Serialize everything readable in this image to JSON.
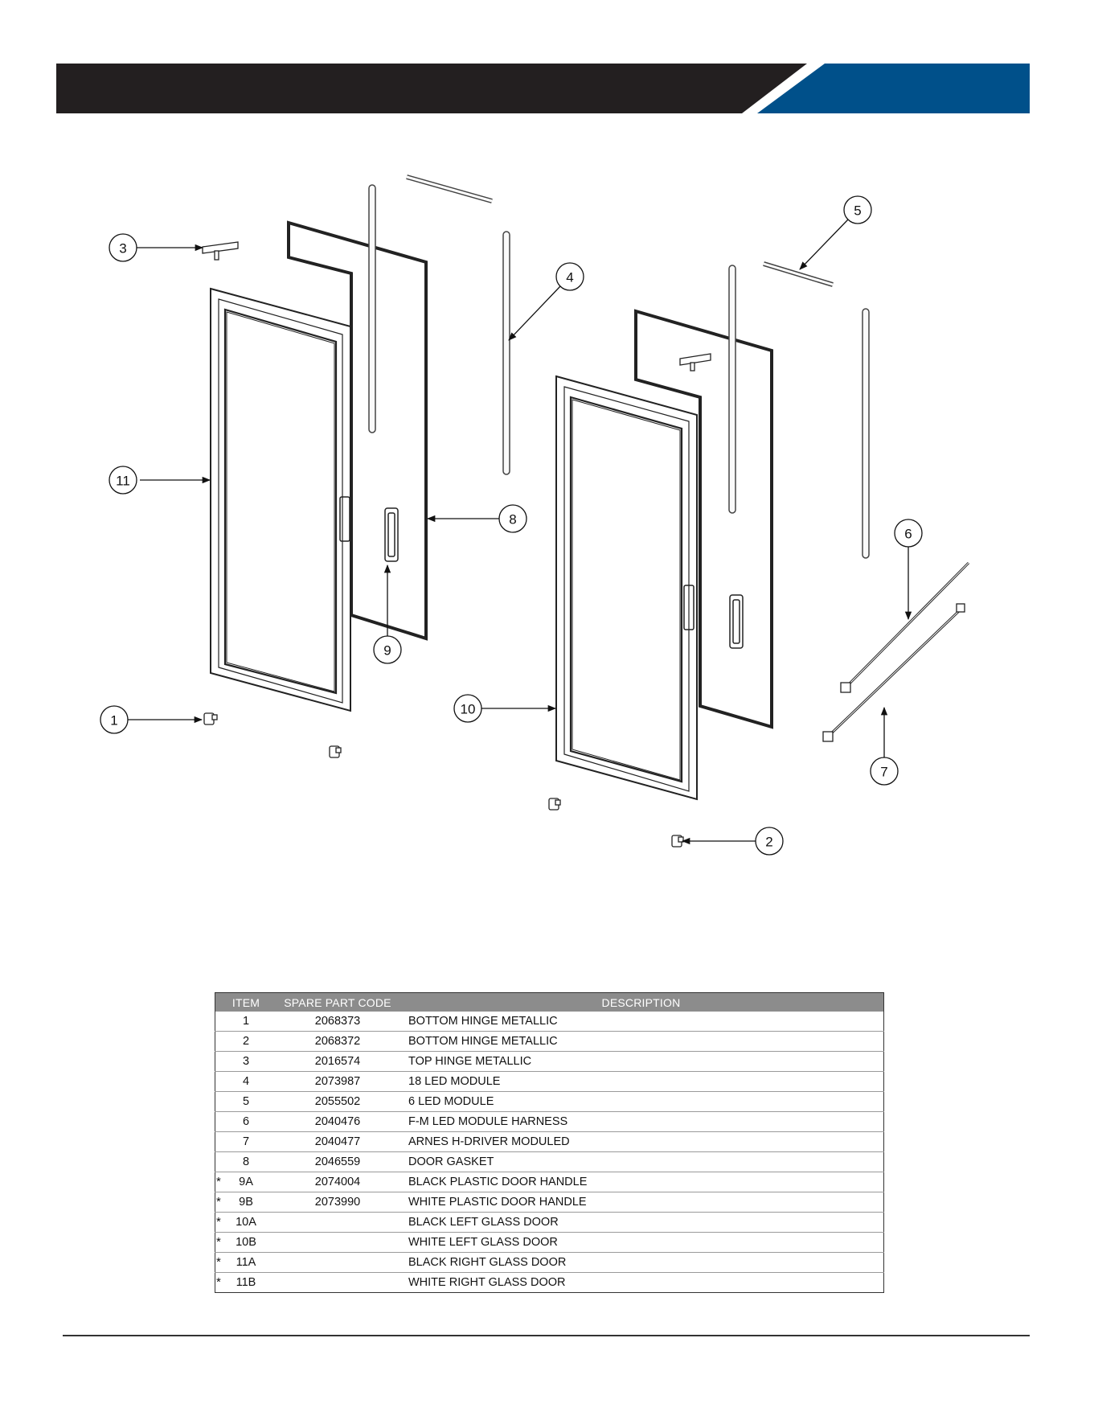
{
  "colors": {
    "header_dark": "#231f20",
    "header_blue": "#00508a",
    "table_header": "#8c8c8c"
  },
  "callouts": [
    "1",
    "2",
    "3",
    "4",
    "5",
    "6",
    "7",
    "8",
    "9",
    "10",
    "11"
  ],
  "parts_table": {
    "headers": {
      "item": "ITEM",
      "code": "SPARE PART CODE",
      "description": "DESCRIPTION"
    },
    "rows": [
      {
        "item": "1",
        "code": "2068373",
        "description": "BOTTOM HINGE METALLIC",
        "mark": ""
      },
      {
        "item": "2",
        "code": "2068372",
        "description": "BOTTOM HINGE METALLIC",
        "mark": ""
      },
      {
        "item": "3",
        "code": "2016574",
        "description": "TOP HINGE METALLIC",
        "mark": ""
      },
      {
        "item": "4",
        "code": "2073987",
        "description": "18 LED MODULE",
        "mark": ""
      },
      {
        "item": "5",
        "code": "2055502",
        "description": "6 LED MODULE",
        "mark": ""
      },
      {
        "item": "6",
        "code": "2040476",
        "description": "F-M LED MODULE HARNESS",
        "mark": ""
      },
      {
        "item": "7",
        "code": "2040477",
        "description": "ARNES H-DRIVER MODULED",
        "mark": ""
      },
      {
        "item": "8",
        "code": "2046559",
        "description": "DOOR GASKET",
        "mark": ""
      },
      {
        "item": "9A",
        "code": "2074004",
        "description": "BLACK PLASTIC DOOR HANDLE",
        "mark": "*"
      },
      {
        "item": "9B",
        "code": "2073990",
        "description": "WHITE PLASTIC DOOR HANDLE",
        "mark": "*"
      },
      {
        "item": "10A",
        "code": "",
        "description": "BLACK LEFT GLASS DOOR",
        "mark": "*"
      },
      {
        "item": "10B",
        "code": "",
        "description": "WHITE LEFT GLASS DOOR",
        "mark": "*"
      },
      {
        "item": "11A",
        "code": "",
        "description": "BLACK RIGHT GLASS DOOR",
        "mark": "*"
      },
      {
        "item": "11B",
        "code": "",
        "description": "WHITE RIGHT GLASS DOOR",
        "mark": "*"
      }
    ]
  }
}
